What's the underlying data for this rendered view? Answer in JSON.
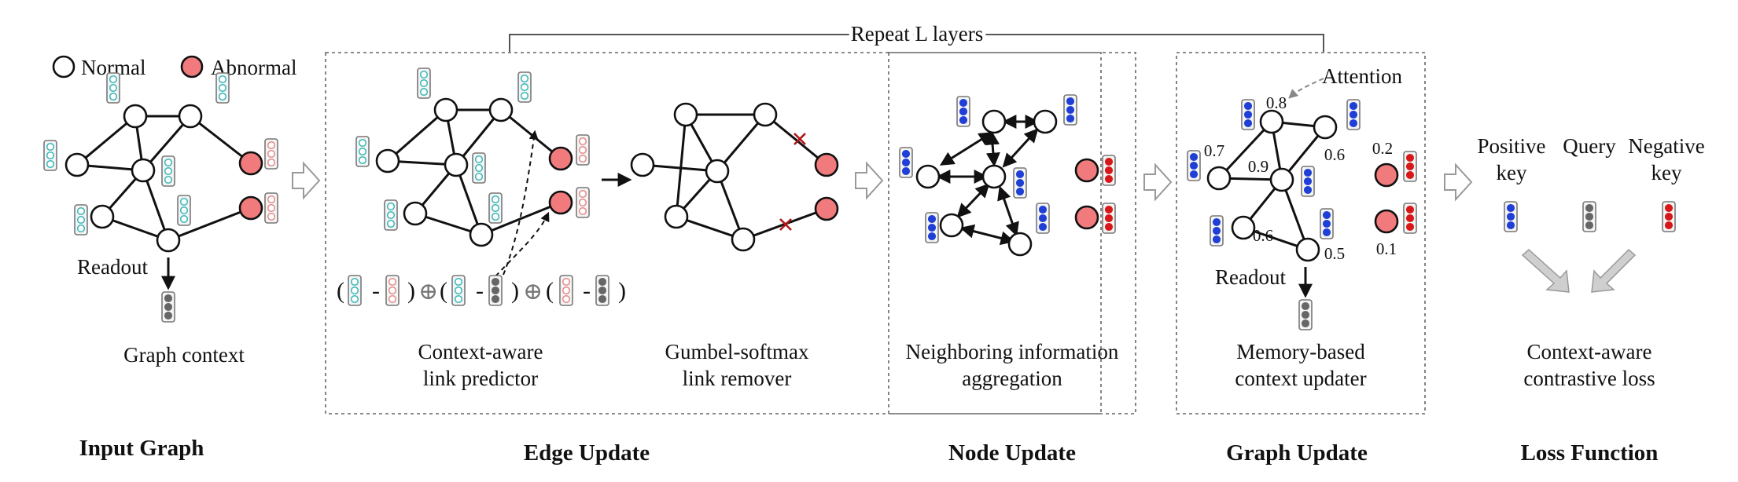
{
  "repeat_label": "Repeat L layers",
  "legend": {
    "normal": "Normal",
    "abnormal": "Abnormal"
  },
  "input": {
    "readout": "Readout",
    "context": "Graph context"
  },
  "edge_update": {
    "link_predictor_line1": "Context-aware",
    "link_predictor_line2": "link predictor",
    "link_remover_line1": "Gumbel-softmax",
    "link_remover_line2": "link remover",
    "formula": {
      "open": "(",
      "close": ")",
      "minus": "-",
      "concat": "⊕"
    }
  },
  "node_update": {
    "line1": "Neighboring information",
    "line2": "aggregation"
  },
  "graph_update": {
    "attention": "Attention",
    "readout": "Readout",
    "updater_line1": "Memory-based",
    "updater_line2": "context updater",
    "weights": [
      "0.8",
      "0.7",
      "0.9",
      "0.6",
      "0.6",
      "0.5",
      "0.2",
      "0.1"
    ]
  },
  "loss": {
    "positive_line1": "Positive",
    "positive_line2": "key",
    "query": "Query",
    "negative_line1": "Negative",
    "negative_line2": "key",
    "caption_line1": "Context-aware",
    "caption_line2": "contrastive loss"
  },
  "sections": {
    "input": "Input Graph",
    "edge": "Edge Update",
    "node": "Node Update",
    "graph": "Graph Update",
    "loss": "Loss Function"
  },
  "colors": {
    "abnormal_node": "#f07a7c",
    "teal_embedding": "#38b8b8",
    "pink_embedding": "#e58a8a",
    "blue_embedding": "#1f3fd6",
    "red_embedding": "#d81818",
    "gray_embedding": "#666666",
    "remove_mark": "#b01616"
  }
}
